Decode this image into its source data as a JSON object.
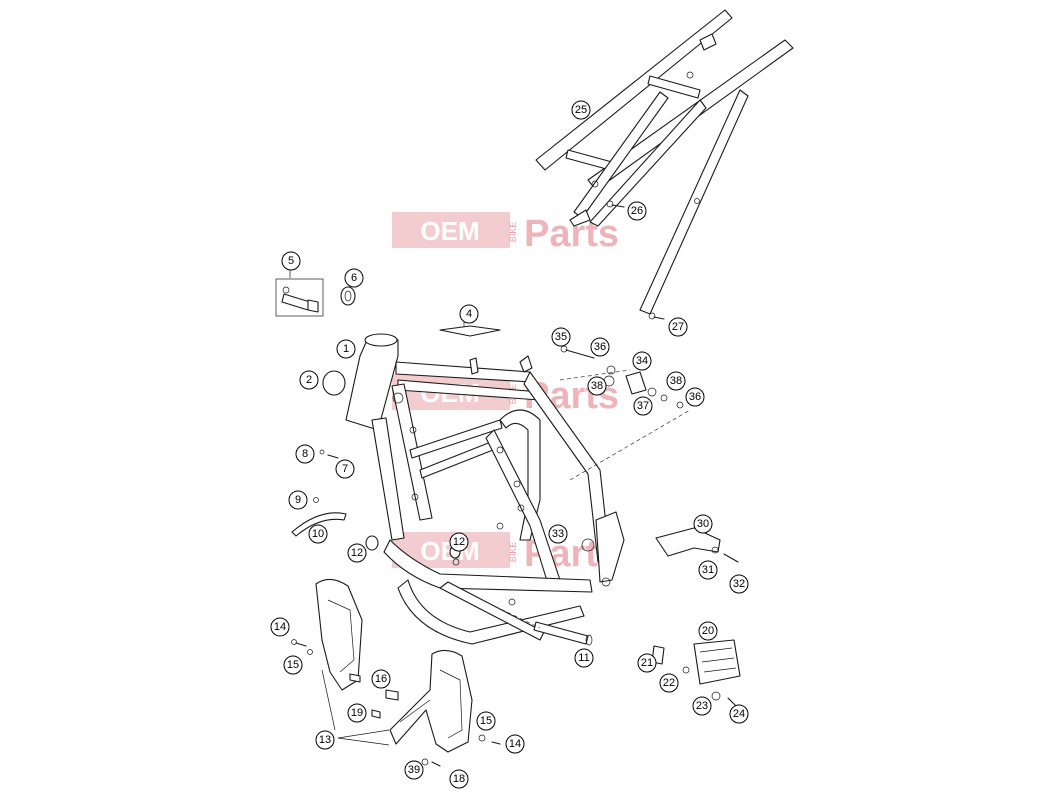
{
  "watermark": {
    "part1": "OEM",
    "small": "BIKE",
    "part2": "Parts"
  },
  "callouts": [
    "1",
    "2",
    "4",
    "5",
    "6",
    "7",
    "8",
    "9",
    "10",
    "11",
    "12",
    "13",
    "14",
    "15",
    "16",
    "18",
    "19",
    "20",
    "21",
    "22",
    "23",
    "24",
    "25",
    "26",
    "27",
    "30",
    "31",
    "32",
    "33",
    "34",
    "35",
    "36",
    "37",
    "38",
    "39"
  ]
}
